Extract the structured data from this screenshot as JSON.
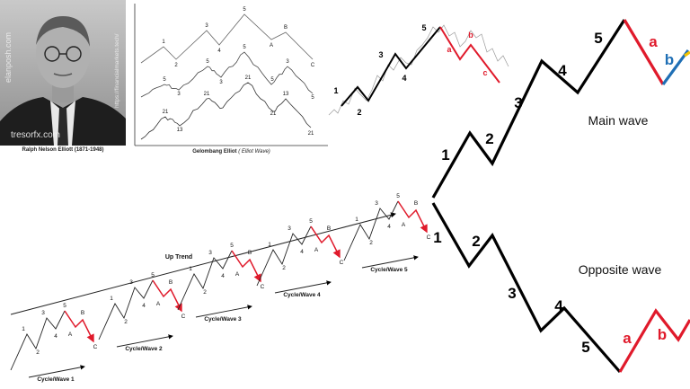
{
  "photo": {
    "caption": "Ralph Nelson Elliott (1871-1948)",
    "watermarks": [
      "elanposh.com",
      "https://financialmarkets.tech/",
      "tresorfx.com"
    ]
  },
  "fractal_chart": {
    "caption_main": "Gelombang Elliot",
    "caption_paren": "( Elliot Wave)",
    "top_labels": [
      "1",
      "2",
      "3",
      "4",
      "5",
      "A",
      "B",
      "C"
    ],
    "mid_labels": [
      "5",
      "3",
      "5",
      "3",
      "5",
      "5",
      "3",
      "5"
    ],
    "low_labels": [
      "21",
      "13",
      "21",
      "21",
      "21",
      "13",
      "21"
    ]
  },
  "small_wave": {
    "labels": [
      "1",
      "2",
      "3",
      "4",
      "5",
      "a",
      "b",
      "c"
    ]
  },
  "main_diagram": {
    "main_title": "Main wave",
    "opposite_title": "Opposite wave",
    "main_labels": [
      "1",
      "2",
      "3",
      "4",
      "5",
      "a",
      "b"
    ],
    "opposite_labels": [
      "1",
      "2",
      "3",
      "4",
      "5",
      "a",
      "b"
    ]
  },
  "trend_diagram": {
    "trend_label": "Up Trend",
    "cycles": [
      {
        "label": "Cycle/Wave 1",
        "impulse": [
          "1",
          "2",
          "3",
          "4",
          "5"
        ],
        "corrective": [
          "A",
          "B",
          "C"
        ]
      },
      {
        "label": "Cycle/Wave 2",
        "impulse": [
          "1",
          "2",
          "3",
          "4",
          "5"
        ],
        "corrective": [
          "A",
          "B",
          "C"
        ]
      },
      {
        "label": "Cycle/Wave 3",
        "impulse": [
          "1",
          "2",
          "3",
          "4",
          "5"
        ],
        "corrective": [
          "A",
          "B",
          "C"
        ]
      },
      {
        "label": "Cycle/Wave 4",
        "impulse": [
          "1",
          "2",
          "3",
          "4",
          "5"
        ],
        "corrective": [
          "A",
          "B",
          "C"
        ]
      },
      {
        "label": "Cycle/Wave 5",
        "impulse": [
          "1",
          "2",
          "3",
          "4",
          "5"
        ],
        "corrective": [
          "A",
          "B",
          "C"
        ]
      }
    ]
  },
  "colors": {
    "impulse": "#000000",
    "corrective": "#e01a2b",
    "wave_b_blue": "#1f6fb5",
    "wave_c_yellow": "#f2c200"
  }
}
